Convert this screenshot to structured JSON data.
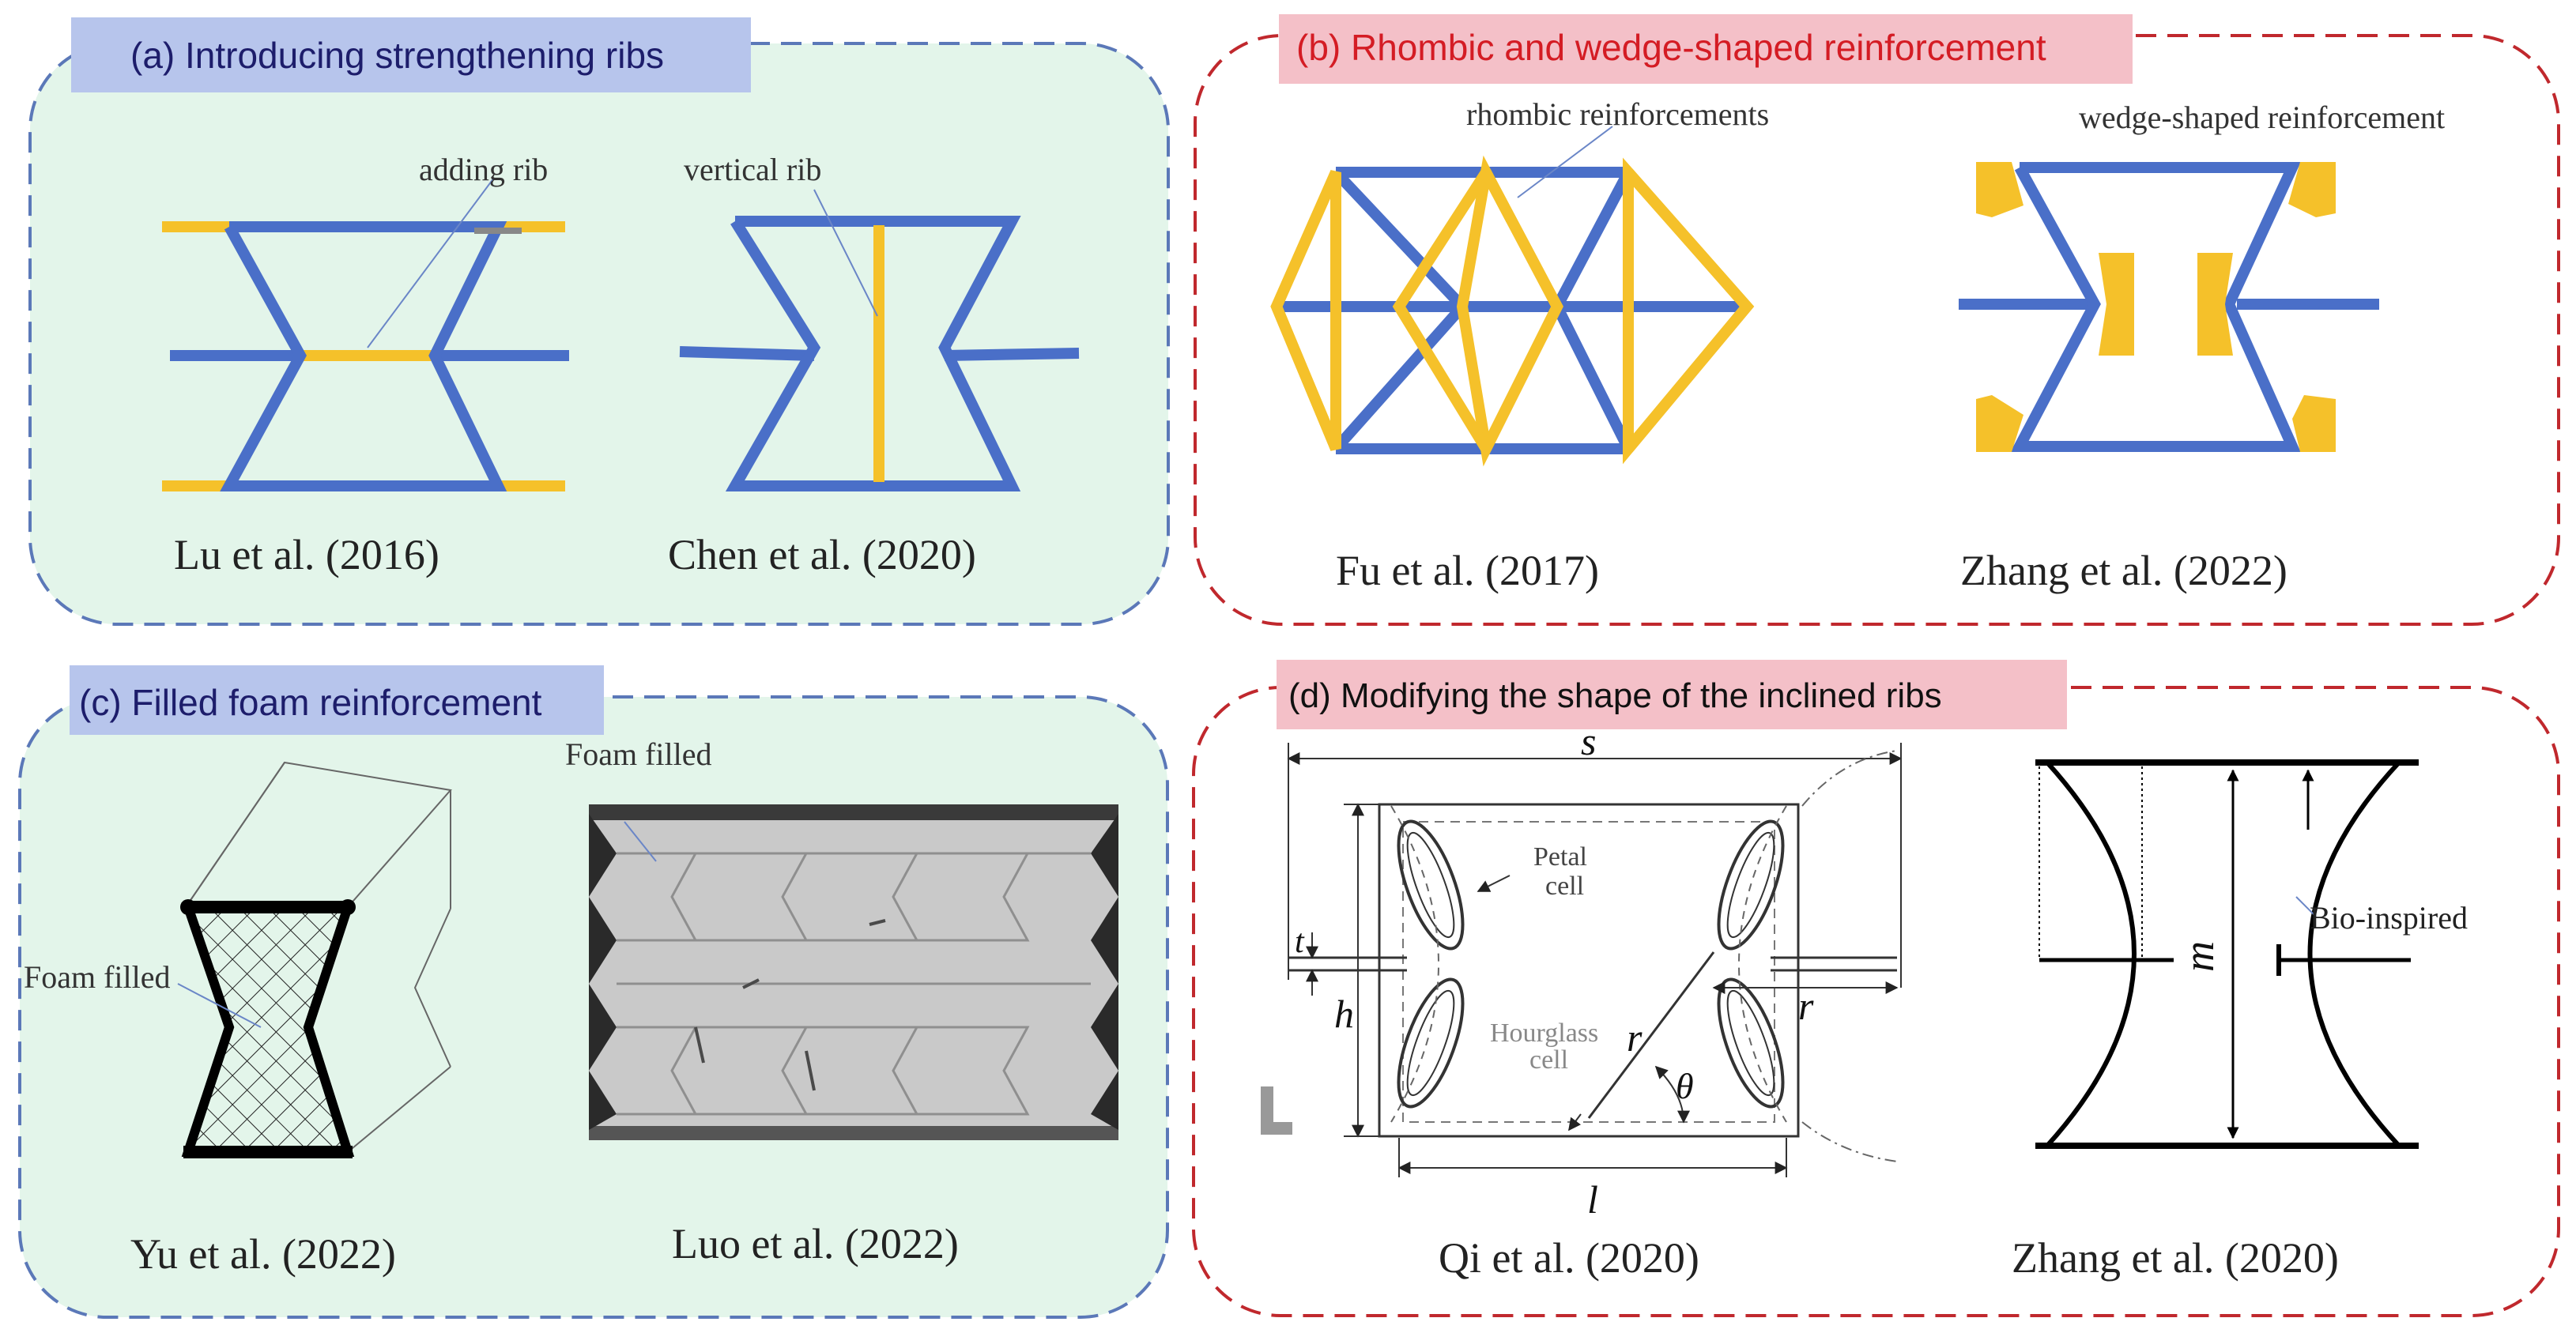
{
  "panels": {
    "a": {
      "title": "(a)  Introducing strengthening ribs",
      "callouts": [
        "adding rib",
        "vertical rib"
      ],
      "captions": [
        "Lu et al. (2016)",
        "Chen et al. (2020)"
      ]
    },
    "b": {
      "title": "(b) Rhombic and wedge-shaped reinforcement",
      "callouts": [
        "rhombic reinforcements",
        "wedge-shaped reinforcement"
      ],
      "captions": [
        "Fu et al. (2017)",
        "Zhang et al. (2022)"
      ]
    },
    "c": {
      "title": "(c) Filled foam reinforcement",
      "callouts": [
        "Foam filled",
        "Foam filled"
      ],
      "captions": [
        "Yu et al. (2022)",
        "Luo et al. (2022)"
      ]
    },
    "d": {
      "title": "(d) Modifying the shape of the inclined ribs",
      "callouts": [
        "Petal",
        "cell",
        "Hourglass",
        "cell",
        "Bio-inspired"
      ],
      "symbols": [
        "s",
        "t",
        "h",
        "r",
        "r",
        "θ",
        "l",
        "m"
      ],
      "captions": [
        "Qi et al. (2020)",
        "Zhang et al. (2020)"
      ]
    }
  },
  "colors": {
    "blue_frame": "#5b78b8",
    "red_frame": "#c0282d",
    "green_fill": "#e3f5ea",
    "title_blue_fill": "#b7c5ec",
    "title_red_fill": "#f4c0c8",
    "rib_blue": "#4a6fc8",
    "rib_yellow": "#f5c12a",
    "title_red_text": "#d41c24"
  }
}
